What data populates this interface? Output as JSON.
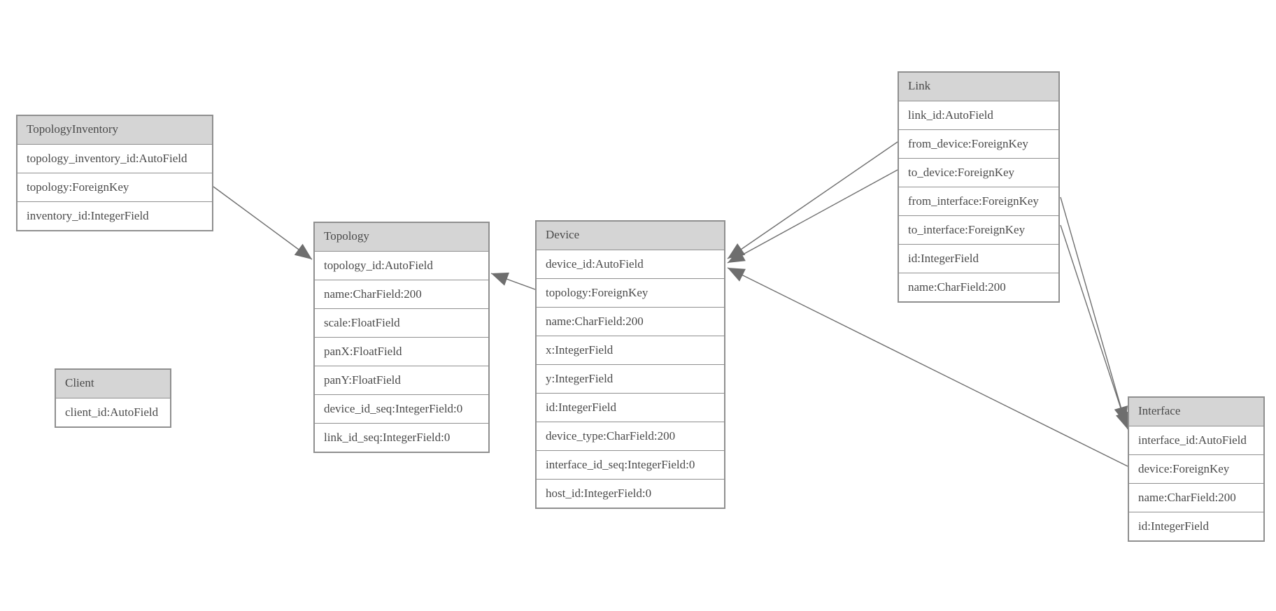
{
  "entities": [
    {
      "id": "topology_inventory",
      "title": "TopologyInventory",
      "fields": [
        "topology_inventory_id:AutoField",
        "topology:ForeignKey",
        "inventory_id:IntegerField"
      ]
    },
    {
      "id": "topology",
      "title": "Topology",
      "fields": [
        "topology_id:AutoField",
        "name:CharField:200",
        "scale:FloatField",
        "panX:FloatField",
        "panY:FloatField",
        "device_id_seq:IntegerField:0",
        "link_id_seq:IntegerField:0"
      ]
    },
    {
      "id": "client",
      "title": "Client",
      "fields": [
        "client_id:AutoField"
      ]
    },
    {
      "id": "device",
      "title": "Device",
      "fields": [
        "device_id:AutoField",
        "topology:ForeignKey",
        "name:CharField:200",
        "x:IntegerField",
        "y:IntegerField",
        "id:IntegerField",
        "device_type:CharField:200",
        "interface_id_seq:IntegerField:0",
        "host_id:IntegerField:0"
      ]
    },
    {
      "id": "link",
      "title": "Link",
      "fields": [
        "link_id:AutoField",
        "from_device:ForeignKey",
        "to_device:ForeignKey",
        "from_interface:ForeignKey",
        "to_interface:ForeignKey",
        "id:IntegerField",
        "name:CharField:200"
      ]
    },
    {
      "id": "interface",
      "title": "Interface",
      "fields": [
        "interface_id:AutoField",
        "device:ForeignKey",
        "name:CharField:200",
        "id:IntegerField"
      ]
    }
  ],
  "relationships": [
    {
      "from": "TopologyInventory.topology",
      "to": "Topology.topology_id"
    },
    {
      "from": "Device.topology",
      "to": "Topology.topology_id"
    },
    {
      "from": "Link.from_device",
      "to": "Device.device_id"
    },
    {
      "from": "Link.to_device",
      "to": "Device.device_id"
    },
    {
      "from": "Interface.device",
      "to": "Device.device_id"
    },
    {
      "from": "Link.from_interface",
      "to": "Interface.interface_id"
    },
    {
      "from": "Link.to_interface",
      "to": "Interface.interface_id"
    }
  ],
  "colors": {
    "header_fill": "#d5d5d5",
    "row_fill": "#ffffff",
    "border": "#8f8f8f",
    "text": "#4a4a4a",
    "connector": "#6e6e6e"
  }
}
